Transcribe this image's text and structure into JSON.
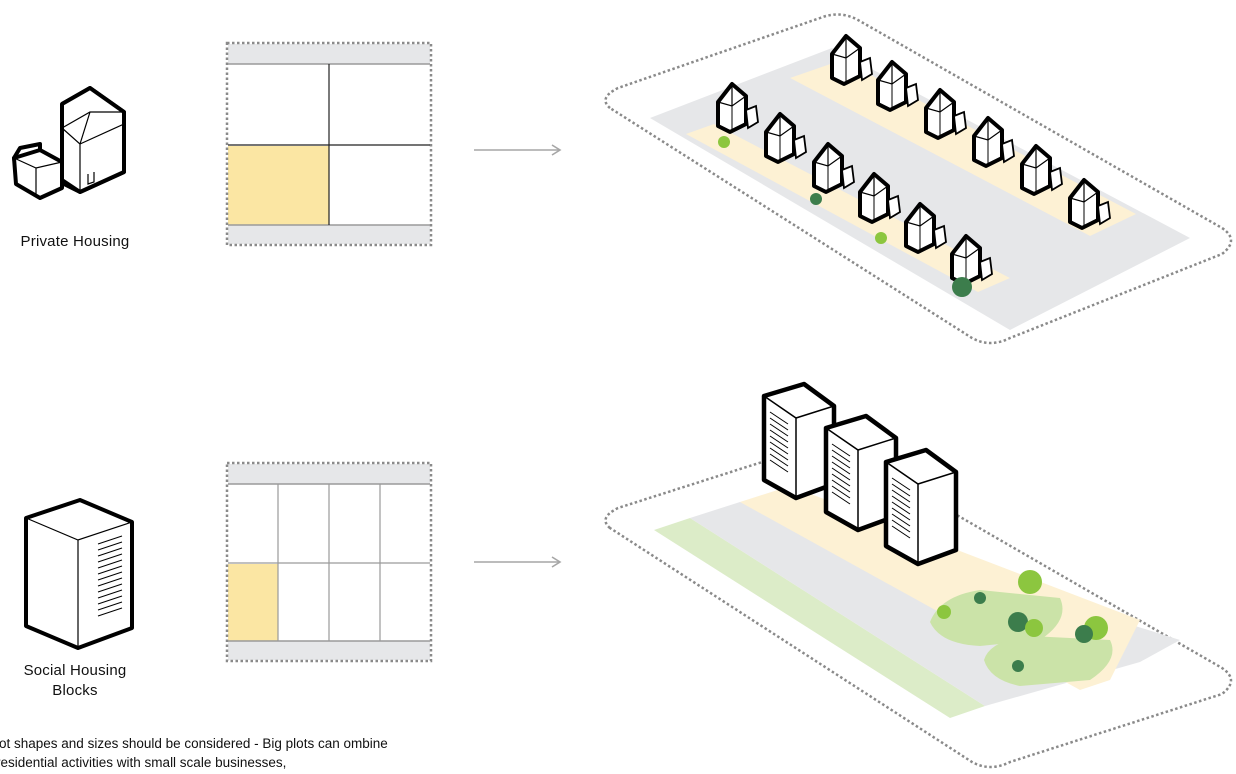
{
  "rows": [
    {
      "type_label": "Private Housing",
      "plot_grid": {
        "cols": 2,
        "rows": 2,
        "highlighted": "bottom-left"
      }
    },
    {
      "type_label": "Social Housing\nBlocks",
      "plot_grid": {
        "cols": 4,
        "rows": 2,
        "highlighted": "bottom-left"
      }
    }
  ],
  "note": "lot shapes and sizes should be considered - Big plots can ombine residential activities with small scale businesses,",
  "colors": {
    "plot_highlight": "#fbe6a3",
    "road": "#e6e7e9",
    "parcel": "#fdf1d4",
    "green_area": "#dcecc8",
    "tree_light": "#8cc63f",
    "tree_dark": "#3c7d4c",
    "dotted_border": "#8a8a8a",
    "arrow": "#a6a6a6"
  },
  "icons": [
    "house-icon",
    "tower-block-icon",
    "arrow-right-icon"
  ]
}
